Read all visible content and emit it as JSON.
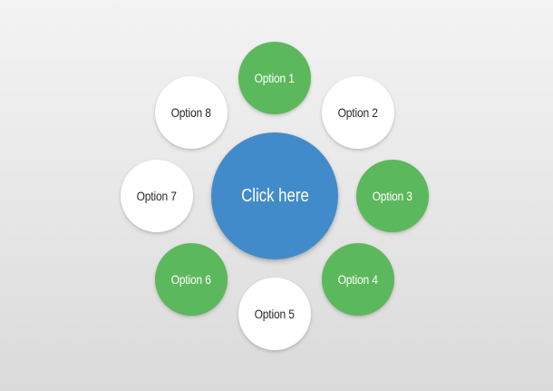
{
  "center": {
    "label": "Click here",
    "color": "#428bca"
  },
  "colors": {
    "active": "#5cb85c",
    "inactive": "#ffffff"
  },
  "options": [
    {
      "label": "Option 1",
      "state": "active"
    },
    {
      "label": "Option 2",
      "state": "inactive"
    },
    {
      "label": "Option 3",
      "state": "active"
    },
    {
      "label": "Option 4",
      "state": "active"
    },
    {
      "label": "Option 5",
      "state": "inactive"
    },
    {
      "label": "Option 6",
      "state": "active"
    },
    {
      "label": "Option 7",
      "state": "inactive"
    },
    {
      "label": "Option 8",
      "state": "inactive"
    }
  ]
}
